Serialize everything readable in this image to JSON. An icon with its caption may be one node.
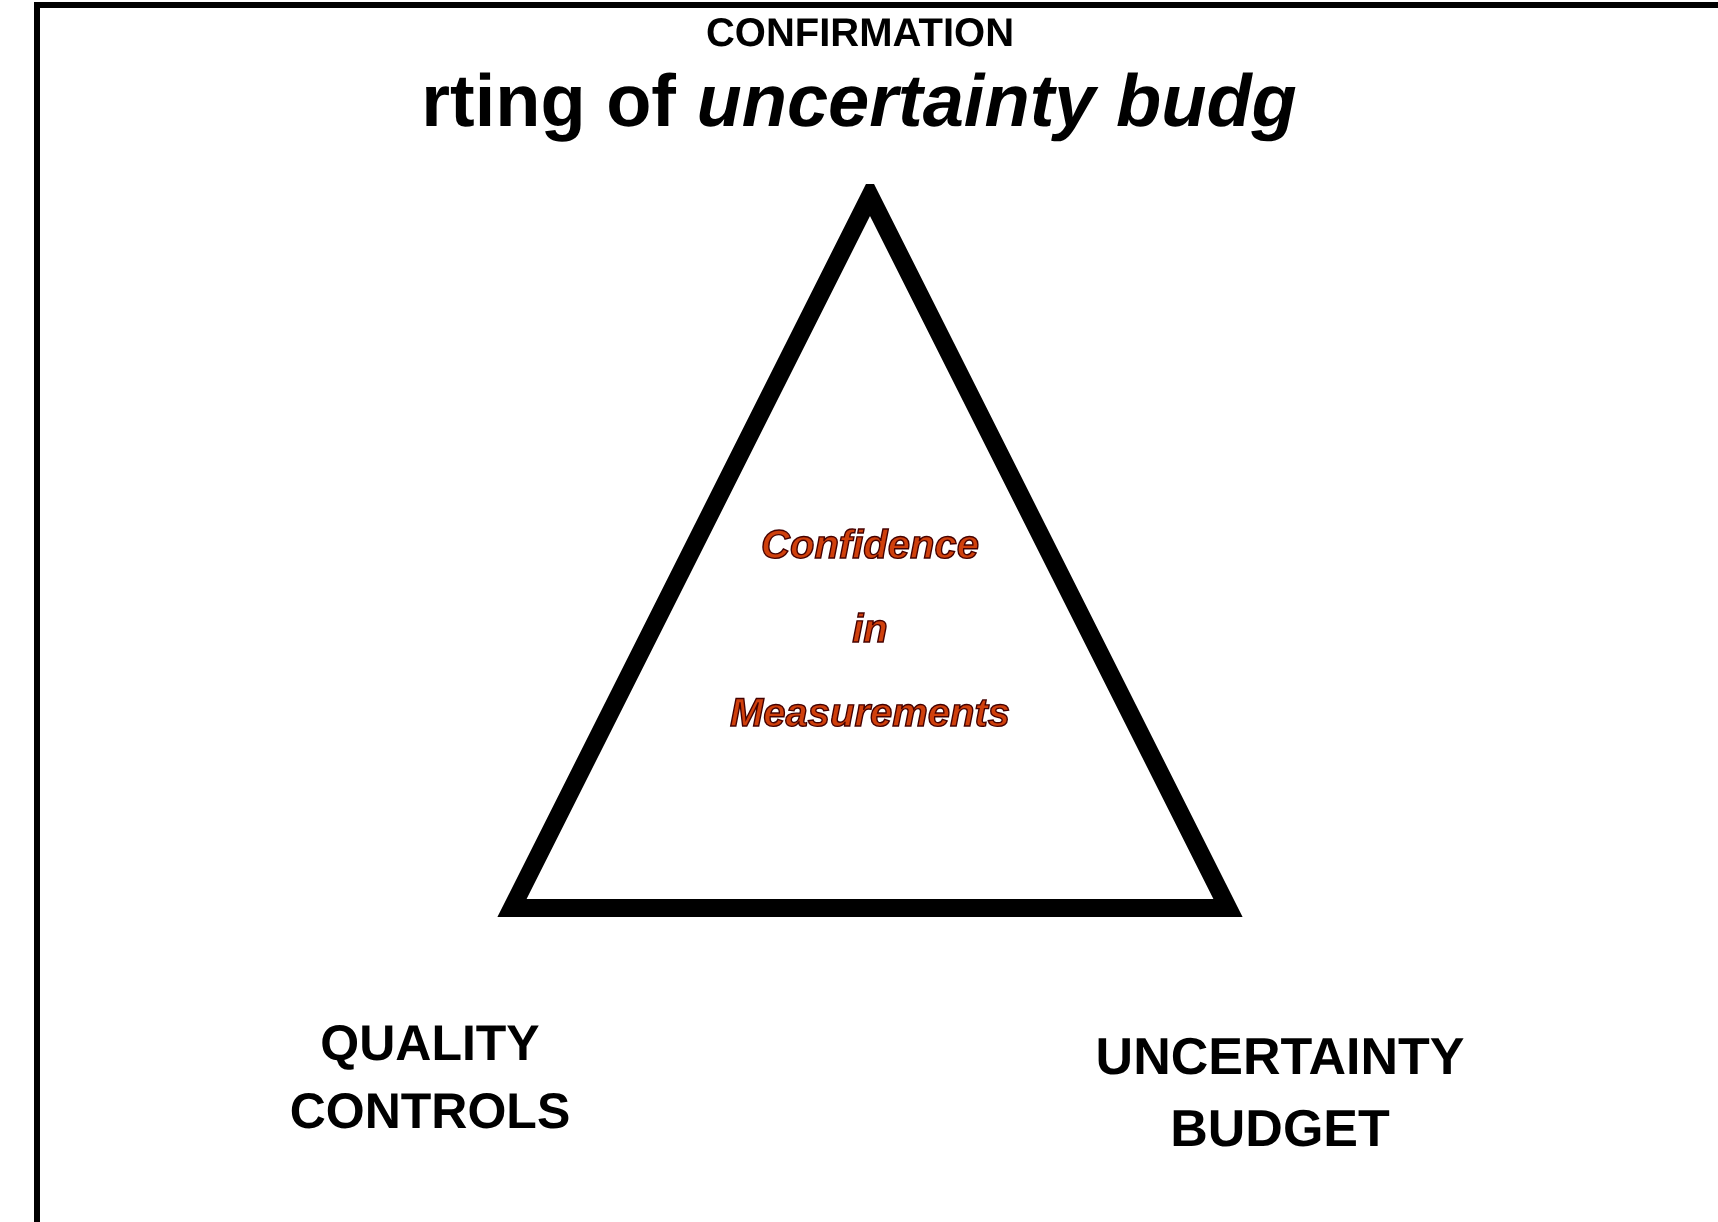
{
  "diagram": {
    "title": "rting of *uncertainty budg*",
    "nodes": [
      {
        "text": [
          "Confidence in Measurements"
        ]
      }
    ],
    "edges": [],
    "labels": [
      "CONFIRMATION",
      "QUALITY CONTROLS",
      "UNCERTAINTY BUDGET"
    ]
  }
}
